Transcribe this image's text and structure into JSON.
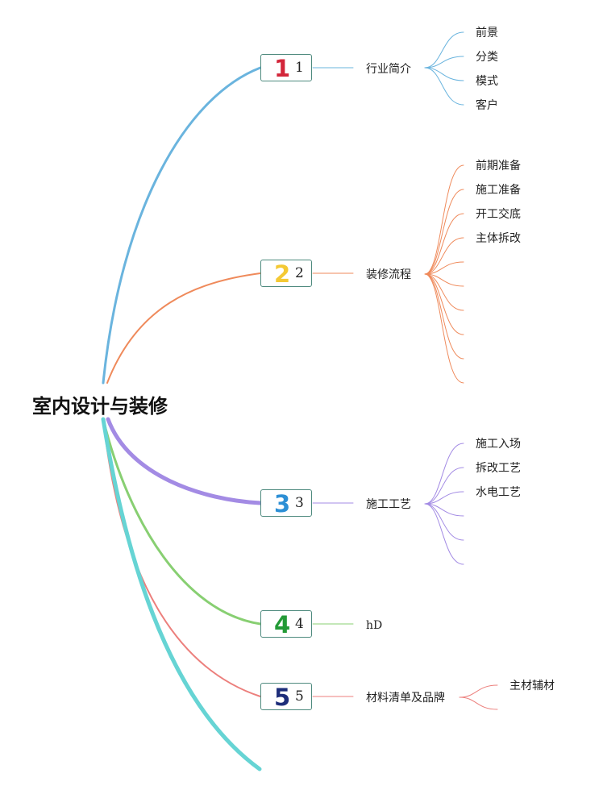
{
  "root": {
    "title": "室内设计与装修"
  },
  "branches": [
    {
      "number": "1",
      "icon_color": "#d3263a",
      "line_color": "#6ab4de",
      "label": "行业简介",
      "children": [
        "前景",
        "分类",
        "模式",
        "客户"
      ]
    },
    {
      "number": "2",
      "icon_color": "#f4c934",
      "line_color": "#ef8a5b",
      "label": "装修流程",
      "children": [
        "前期准备",
        "施工准备",
        "开工交底",
        "主体拆改",
        "",
        "",
        "",
        "",
        "",
        ""
      ]
    },
    {
      "number": "3",
      "icon_color": "#2d8fd5",
      "line_color": "#a38be4",
      "label": "施工工艺",
      "children": [
        "施工入场",
        "拆改工艺",
        "水电工艺",
        "",
        "",
        ""
      ]
    },
    {
      "number": "4",
      "icon_color": "#239a36",
      "line_color": "#88cf72",
      "label": "hD",
      "children": []
    },
    {
      "number": "5",
      "icon_color": "#1d2d7a",
      "line_color": "#ec7f7c",
      "label": "材料清单及品牌",
      "children": [
        "主材辅材",
        ""
      ]
    }
  ],
  "extra_branch_color": "#66d4d4"
}
